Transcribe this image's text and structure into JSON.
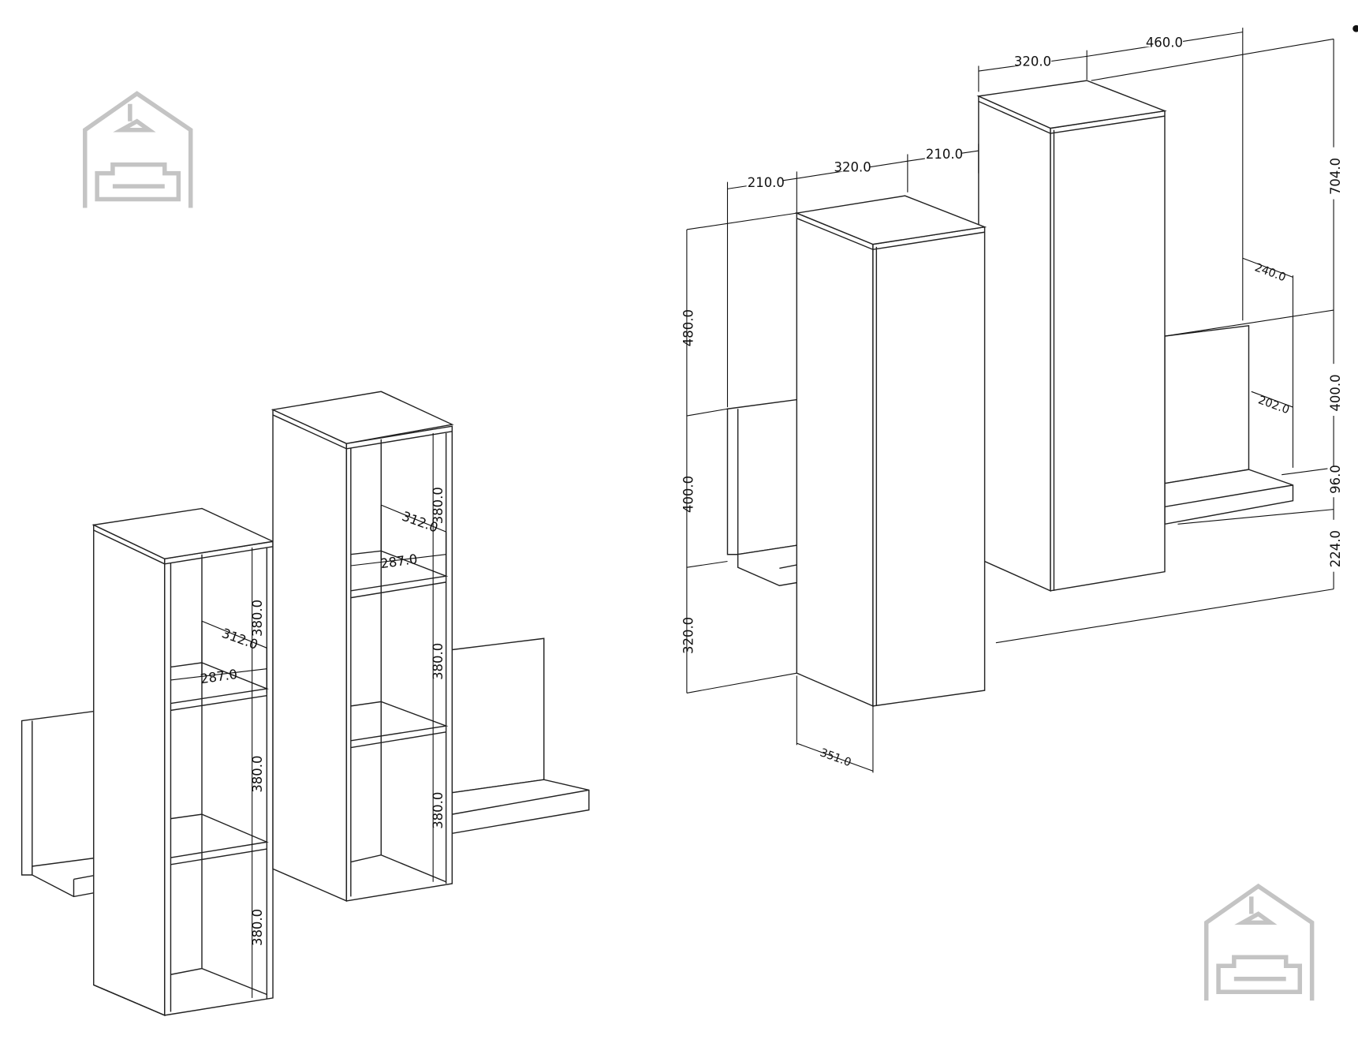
{
  "title": "Wall shelf unit dimension drawing",
  "logo_text": "",
  "colors": {
    "line": "#222222",
    "logo": "#c4c4c4",
    "background": "#ffffff"
  },
  "left_view": {
    "cabinet_a": {
      "compartments": [
        "380.0",
        "380.0",
        "380.0"
      ],
      "depth": "312.0",
      "inner_width": "287.0"
    },
    "cabinet_b": {
      "compartments": [
        "380.0",
        "380.0",
        "380.0"
      ],
      "depth": "312.0",
      "inner_width": "287.0"
    }
  },
  "right_view": {
    "left_heights": [
      "480.0",
      "400.0",
      "320.0"
    ],
    "front_widths": [
      "210.0",
      "320.0",
      "210.0"
    ],
    "top_widths": [
      "320.0",
      "460.0"
    ],
    "right_heights": [
      "704.0",
      "400.0",
      "96.0",
      "224.0"
    ],
    "shelf_depths": [
      "240.0",
      "202.0"
    ],
    "cabinet_depth": "351.0"
  }
}
